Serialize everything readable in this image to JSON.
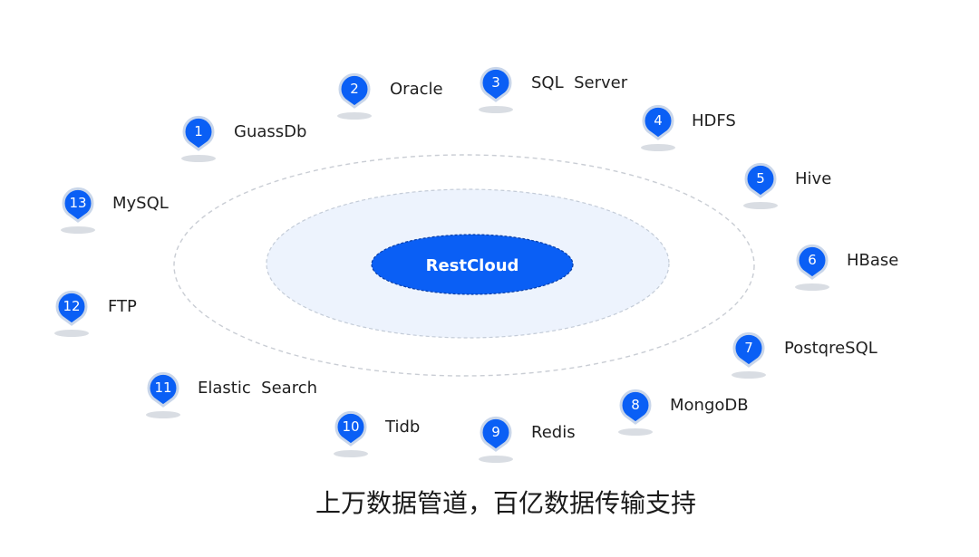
{
  "center": {
    "label": "RestCloud"
  },
  "caption": "上万数据管道，百亿数据传输支持",
  "colors": {
    "accent": "#0a5ff5",
    "pin_ring": "#c9d6ea",
    "inner_ring_fill": "#edf3fd",
    "dashed_ring": "#c9cdd4",
    "shadow": "#d9dde3",
    "text": "#1f1f1f"
  },
  "nodes": [
    {
      "num": "1",
      "label": "GuassDb"
    },
    {
      "num": "2",
      "label": "Oracle"
    },
    {
      "num": "3",
      "label": "SQL  Server"
    },
    {
      "num": "4",
      "label": "HDFS"
    },
    {
      "num": "5",
      "label": "Hive"
    },
    {
      "num": "6",
      "label": "HBase"
    },
    {
      "num": "7",
      "label": "PostqreSQL"
    },
    {
      "num": "8",
      "label": "MongoDB"
    },
    {
      "num": "9",
      "label": "Redis"
    },
    {
      "num": "10",
      "label": "Tidb"
    },
    {
      "num": "11",
      "label": "Elastic  Search"
    },
    {
      "num": "12",
      "label": "FTP"
    },
    {
      "num": "13",
      "label": "MySQL"
    }
  ]
}
